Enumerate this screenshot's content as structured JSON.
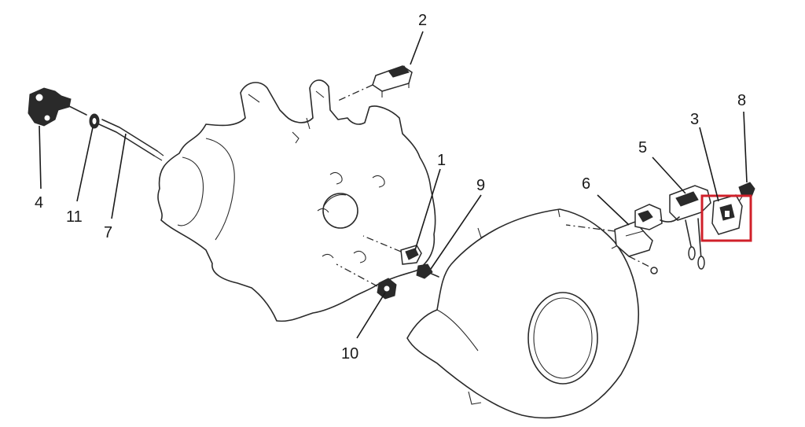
{
  "diagram": {
    "callouts": [
      {
        "id": "c1",
        "label": "1"
      },
      {
        "id": "c2",
        "label": "2"
      },
      {
        "id": "c3",
        "label": "3"
      },
      {
        "id": "c4",
        "label": "4"
      },
      {
        "id": "c5",
        "label": "5"
      },
      {
        "id": "c6",
        "label": "6"
      },
      {
        "id": "c7",
        "label": "7"
      },
      {
        "id": "c8",
        "label": "8"
      },
      {
        "id": "c9",
        "label": "9"
      },
      {
        "id": "c10",
        "label": "10"
      },
      {
        "id": "c11",
        "label": "11"
      }
    ],
    "highlight": {
      "target": "3",
      "color": "#d0202a"
    }
  }
}
